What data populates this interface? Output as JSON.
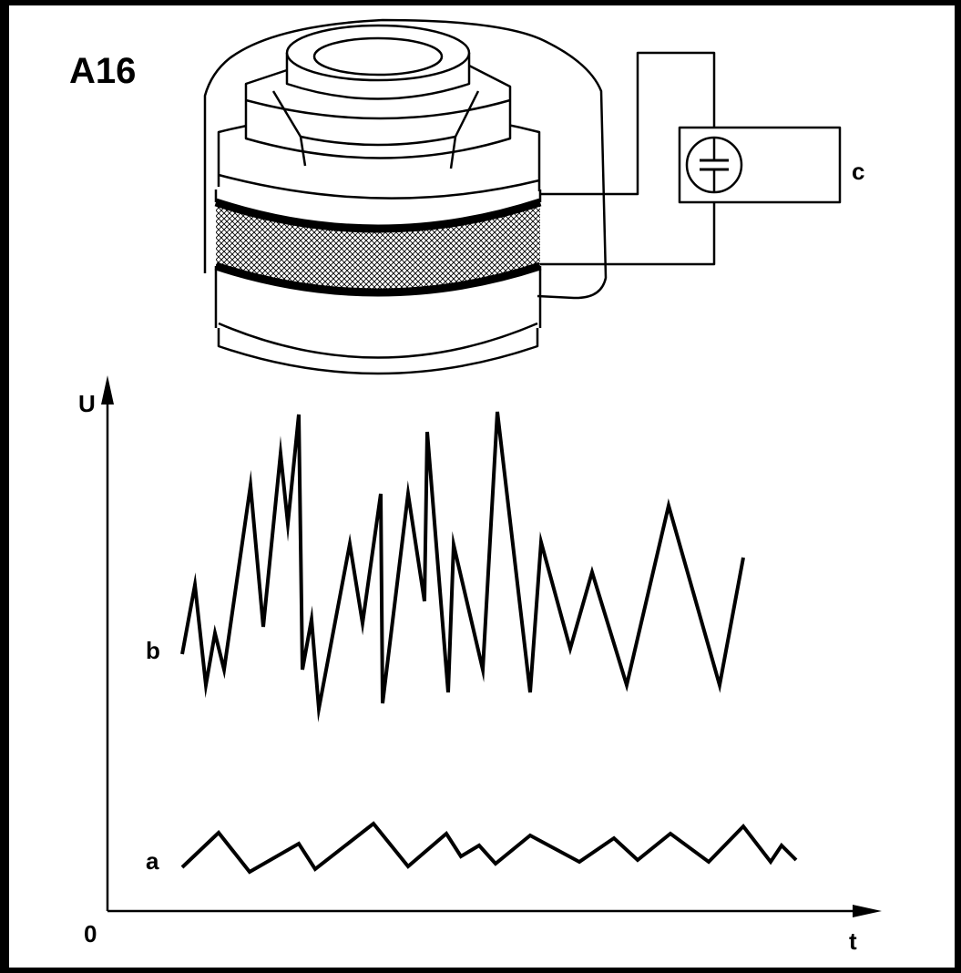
{
  "figure": {
    "id": "A16",
    "capacitor_label": "c",
    "colors": {
      "ink": "#000000",
      "paper": "#ffffff",
      "frame": "#000000"
    }
  },
  "chart_data": {
    "type": "line",
    "xlabel": "t",
    "ylabel": "U",
    "origin_label": "0",
    "grid": false,
    "series": [
      {
        "name": "b",
        "points": [
          [
            200,
            718
          ],
          [
            214,
            642
          ],
          [
            226,
            752
          ],
          [
            236,
            695
          ],
          [
            246,
            735
          ],
          [
            275,
            533
          ],
          [
            289,
            688
          ],
          [
            308,
            498
          ],
          [
            316,
            575
          ],
          [
            328,
            455
          ],
          [
            332,
            735
          ],
          [
            342,
            680
          ],
          [
            350,
            778
          ],
          [
            384,
            597
          ],
          [
            398,
            684
          ],
          [
            418,
            542
          ],
          [
            420,
            772
          ],
          [
            448,
            542
          ],
          [
            466,
            660
          ],
          [
            469,
            474
          ],
          [
            492,
            760
          ],
          [
            498,
            598
          ],
          [
            530,
            735
          ],
          [
            546,
            452
          ],
          [
            582,
            760
          ],
          [
            594,
            595
          ],
          [
            626,
            712
          ],
          [
            650,
            628
          ],
          [
            688,
            752
          ],
          [
            734,
            555
          ],
          [
            790,
            752
          ],
          [
            816,
            612
          ]
        ]
      },
      {
        "name": "a",
        "points": [
          [
            200,
            952
          ],
          [
            240,
            914
          ],
          [
            274,
            957
          ],
          [
            328,
            926
          ],
          [
            346,
            954
          ],
          [
            410,
            904
          ],
          [
            448,
            951
          ],
          [
            490,
            915
          ],
          [
            506,
            940
          ],
          [
            526,
            928
          ],
          [
            544,
            948
          ],
          [
            582,
            917
          ],
          [
            636,
            946
          ],
          [
            674,
            920
          ],
          [
            700,
            944
          ],
          [
            736,
            915
          ],
          [
            778,
            946
          ],
          [
            816,
            907
          ],
          [
            846,
            946
          ],
          [
            858,
            928
          ],
          [
            874,
            944
          ]
        ]
      }
    ]
  }
}
